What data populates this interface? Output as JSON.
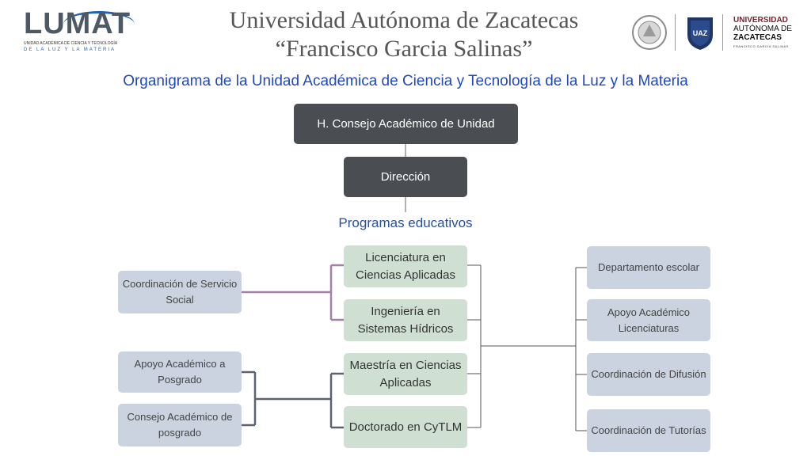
{
  "header": {
    "logo_left": {
      "big": "LUMAT",
      "line1": "UNIDAD ACADÉMICA DE CIENCIA Y TECNOLOGÍA",
      "line2": "DE LA LUZ Y LA MATERIA"
    },
    "title_line1": "Universidad Autónoma de Zacatecas",
    "title_line2": "“Francisco Garcia Salinas”",
    "logo_right": {
      "l1": "UNIVERSIDAD",
      "l2": "AUTÓNOMA DE",
      "l3": "ZACATECAS",
      "l4": "FRANCISCO GARCÍA SALINAS",
      "shield_text": "UAZ"
    }
  },
  "diagram": {
    "title": "Organigrama de la Unidad Académica de Ciencia y Tecnología de la Luz y la Materia",
    "consejo": "H. Consejo Académico de Unidad",
    "direccion": "Dirección",
    "programas_label": "Programas educativos",
    "programs": [
      "Licenciatura en Ciencias Aplicadas",
      "Ingeniería en Sistemas Hídricos",
      "Maestría en Ciencias Aplicadas",
      "Doctorado en CyTLM"
    ],
    "left_units": [
      "Coordinación de Servicio Social",
      "Apoyo Académico a Posgrado",
      "Consejo Académico de posgrado"
    ],
    "right_units": [
      "Departamento escolar",
      "Apoyo Académico Licenciaturas",
      "Coordinación de Difusión",
      "Coordinación de Tutorías"
    ]
  },
  "colors": {
    "dark_box": "#4a4d52",
    "green_box": "#cfe0d3",
    "blue_box": "#cbd3e0",
    "title_blue": "#2148c0",
    "purple_connector": "#a47fa6",
    "slate_connector": "#5c6273"
  }
}
